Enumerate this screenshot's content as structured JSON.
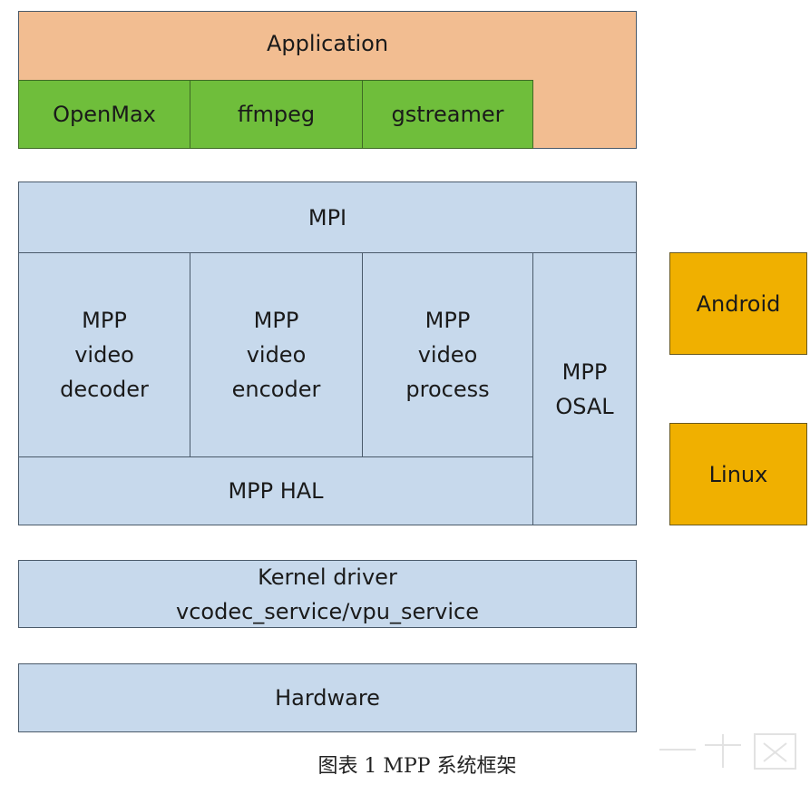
{
  "application": {
    "label": "Application"
  },
  "frameworks": [
    {
      "label": "OpenMax"
    },
    {
      "label": "ffmpeg"
    },
    {
      "label": "gstreamer"
    }
  ],
  "mpi": {
    "label": "MPI"
  },
  "mpp_modules": [
    {
      "label": "MPP\nvideo\ndecoder"
    },
    {
      "label": "MPP\nvideo\nencoder"
    },
    {
      "label": "MPP\nvideo\nprocess"
    }
  ],
  "osal": {
    "label": "MPP\nOSAL"
  },
  "hal": {
    "label": "MPP HAL"
  },
  "kernel": {
    "line1": "Kernel driver",
    "line2": "vcodec_service/vpu_service"
  },
  "hardware": {
    "label": "Hardware"
  },
  "platforms": [
    {
      "label": "Android"
    },
    {
      "label": "Linux"
    }
  ],
  "caption": "图表 1 MPP 系统框架",
  "colors": {
    "application": "#f2bd91",
    "framework": "#6fbe3b",
    "mpp_block": "#c7d9ec",
    "platform": "#f0b000"
  }
}
